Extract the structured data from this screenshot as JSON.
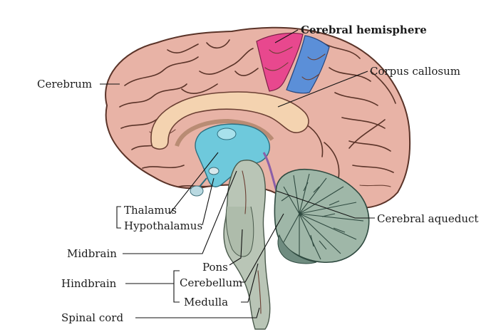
{
  "labels": {
    "cerebral_hemisphere": "Cerebral hemisphere",
    "corpus_callosum": "Corpus callosum",
    "cerebrum": "Cerebrum",
    "cerebral_aqueduct": "Cerebral aqueduct",
    "thalamus": "Thalamus",
    "hypothalamus": "Hypothalamus",
    "midbrain": "Midbrain",
    "pons": "Pons",
    "hindbrain": "Hindbrain",
    "cerebellum": "Cerebellum",
    "medulla": "Medulla",
    "spinal_cord": "Spinal cord"
  },
  "colors": {
    "cortex": "#e8b3a6",
    "cortex_outline": "#5a3328",
    "hemisphere_highlight": "#e8488e",
    "hemisphere_blue": "#5b8fd8",
    "corpus_callosum": "#f4d3b0",
    "diencephalon": "#6ec9dc",
    "brainstem": "#b9c5b6",
    "cerebellum": "#9fb7a8",
    "leader_line": "#111111"
  }
}
